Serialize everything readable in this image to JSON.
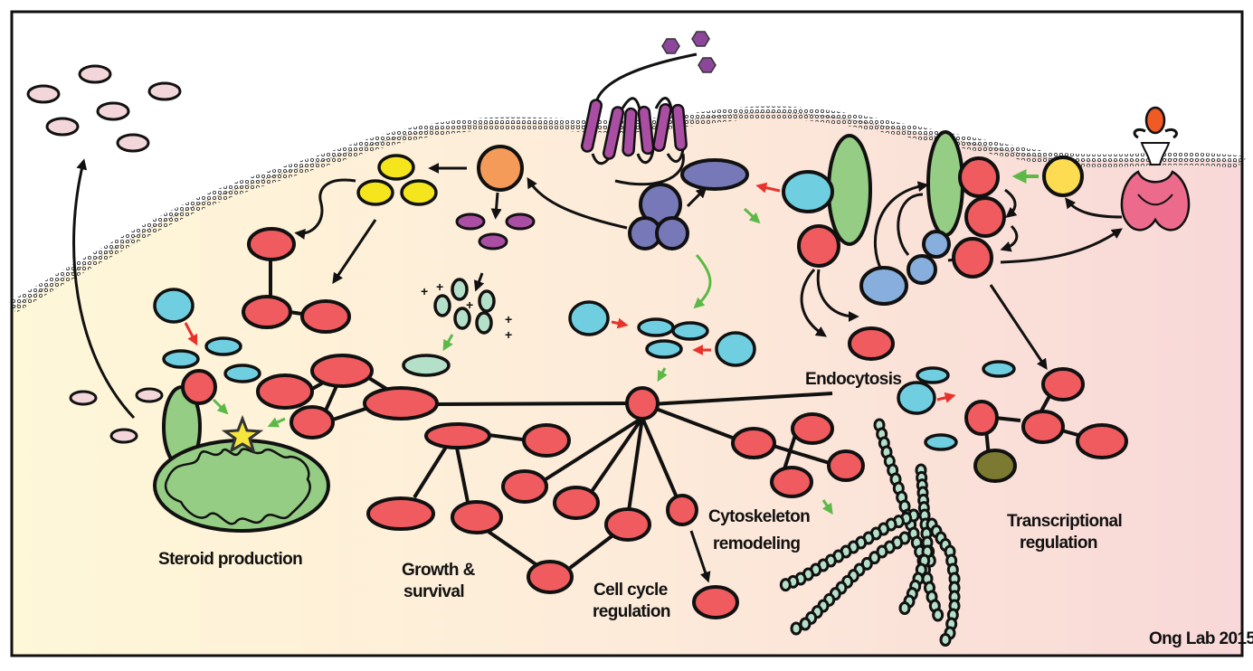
{
  "figure": {
    "title": "Cell signaling pathways overview",
    "credit": "Ong Lab 2015",
    "colors": {
      "red_node": "#ef5b5e",
      "blue_node": "#6fcfe0",
      "green_organelle": "#95cd84",
      "yellow_node": "#f4e51c",
      "orange_node": "#f59b5a",
      "purple_node": "#a94ea2",
      "g_protein": "#7778b7",
      "light_blue_node": "#87aedd",
      "mint_node": "#b4dfc8",
      "pink_vesicle": "#f3d6d9",
      "olive_node": "#7c7a30",
      "receptor_pink": "#ec6b8c",
      "ligand_purple": "#8c479b",
      "activation_arrow": "#5cb947",
      "inhibition_arrow": "#e8322c",
      "cytoplasm_left": "#fdf5d6",
      "cytoplasm_right": "#f9dcda"
    }
  },
  "labels": {
    "steroid": "Steroid production",
    "growth_line1": "Growth &",
    "growth_line2": "survival",
    "cellcycle_line1": "Cell cycle",
    "cellcycle_line2": "regulation",
    "cytoskeleton_line1": "Cytoskeleton",
    "cytoskeleton_line2": "remodeling",
    "endocytosis": "Endocytosis",
    "transcription_line1": "Transcriptional",
    "transcription_line2": "regulation"
  },
  "symbols": {
    "plus": "+"
  }
}
